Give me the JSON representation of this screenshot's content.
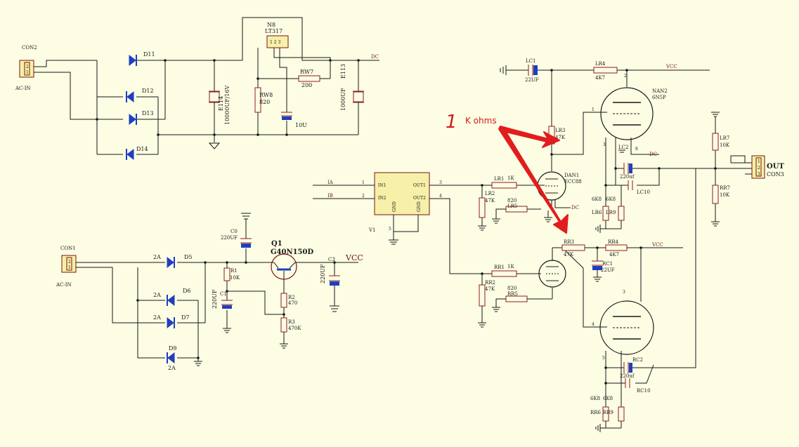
{
  "connectors": {
    "con2": {
      "ref": "CON2",
      "label": "AC-IN",
      "pins": [
        "2",
        "1"
      ]
    },
    "con1": {
      "ref": "CON1",
      "label": "AC-IN",
      "pins": [
        "2",
        "1"
      ]
    },
    "con3": {
      "ref": "CON3",
      "label": "OUT",
      "pins": [
        "1",
        "2",
        "3"
      ]
    }
  },
  "regulator": {
    "ref": "N8",
    "part": "LT317",
    "pins": "1 2 3"
  },
  "diodes_top": [
    "D11",
    "D12",
    "D13",
    "D14"
  ],
  "diodes_bottom": {
    "d5": "D5",
    "d6": "D6",
    "d7": "D7",
    "d9": "D9",
    "rating": "2A"
  },
  "caps": {
    "e114": "E114",
    "e114_val": "10000UF/16V",
    "e113": "E113",
    "e113_val": "1000UF",
    "cap10u": "10U",
    "c0": "C0",
    "c0_val": "220UF",
    "c1": "C1",
    "c1_val": "220UF",
    "c3": "C3",
    "c3_val": "220UF",
    "lc1": "LC1",
    "lc1_val": "22UF",
    "lc2": "LC2",
    "lc2_val": "220uf",
    "lc10": "LC10",
    "rc1": "RC1",
    "rc1_val": "22UF",
    "rc2": "RC2",
    "rc2_val": "220uf",
    "rc10": "RC10"
  },
  "resistors": {
    "rw7": "RW7",
    "rw7_val": "200",
    "rw8": "RW8",
    "rw8_val": "820",
    "r1": "R1",
    "r1_val": "10K",
    "r2": "R2",
    "r2_val": "470",
    "r3": "R3",
    "r3_val": "470K",
    "lr1": "LR1",
    "lr1_val": "1K",
    "lr2": "LR2",
    "lr2_val": "47K",
    "lr3": "LR3",
    "lr3_val": "47K",
    "lr4": "LR4",
    "lr4_val": "4K7",
    "lr5": "LR5",
    "lr5_val": "820",
    "lr6": "LR6",
    "lr6_val": "6K8",
    "lr7": "LR7",
    "lr7_val": "10K",
    "lr9": "LR9",
    "lr9_val": "6K8",
    "rr1": "RR1",
    "rr1_val": "1K",
    "rr2": "RR2",
    "rr2_val": "47K",
    "rr3": "RR3",
    "rr3_val": "47K",
    "rr4": "RR4",
    "rr4_val": "4K7",
    "rr5": "RR5",
    "rr5_val": "820",
    "rr6": "RR6",
    "rr6_val": "6K8",
    "rr7": "RR7",
    "rr7_val": "10K",
    "rr9": "RR9",
    "rr9_val": "6K8"
  },
  "transistor": {
    "ref": "Q1",
    "part": "G40N150D"
  },
  "tubes": {
    "dan1": "DAN1",
    "dan1_part": "ECC88",
    "nan2": "NAN2",
    "nan2_part": "6N5P"
  },
  "module": {
    "ref": "V1",
    "in1": "IN1",
    "in2": "IN2",
    "out1": "OUT1",
    "out2": "OUT2",
    "gnd": "GND"
  },
  "nets": {
    "dc": "DC",
    "vcc": "VCC",
    "ia": "IA",
    "ib": "IB"
  },
  "pin_numbers": {
    "p1": "1",
    "p2": "2",
    "p3": "3",
    "p4": "4",
    "p5": "5",
    "p8": "8"
  },
  "annotation": {
    "number": "1",
    "text": "K ohms",
    "color": "#d21818"
  }
}
